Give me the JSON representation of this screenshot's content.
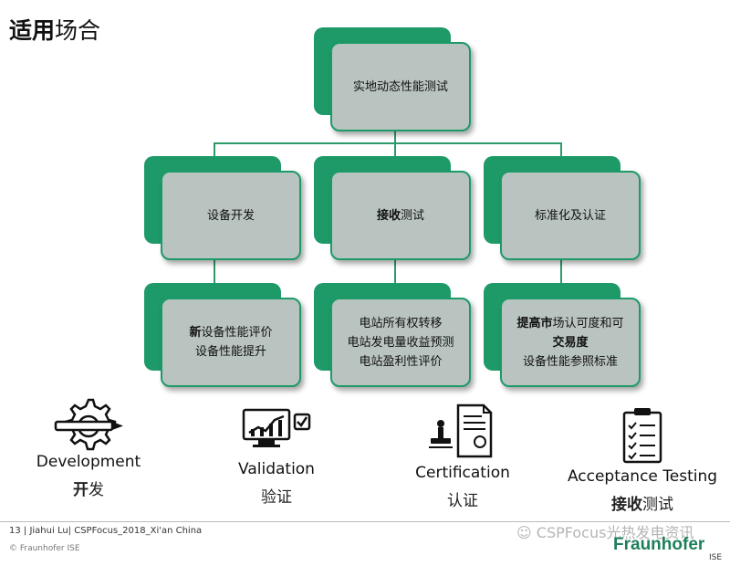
{
  "title": {
    "bold": "适用",
    "light": "场合"
  },
  "root": {
    "label": "实地动态性能测试"
  },
  "level1": [
    {
      "label": "设备开发"
    },
    {
      "bold": "接收",
      "light": "测试"
    },
    {
      "label": "标准化及认证"
    }
  ],
  "level2": [
    {
      "bold": "新",
      "rest": "设备性能评价",
      "line2": "设备性能提升"
    },
    {
      "line1": "电站所有权转移",
      "line2": "电站发电量收益预测",
      "line3": "电站盈利性评价"
    },
    {
      "bold": "提高市",
      "rest": "场认可度和可",
      "line2": "交易度",
      "line3": "设备性能参照标准"
    }
  ],
  "icons": [
    {
      "icon": "gear-pencil-icon",
      "en": "Development",
      "zh_bold": "开",
      "zh_rest": "发"
    },
    {
      "icon": "monitor-chart-icon",
      "en": "Validation",
      "zh": "验证"
    },
    {
      "icon": "certificate-stamp-icon",
      "en": "Certification",
      "zh": "认证"
    },
    {
      "icon": "clipboard-checklist-icon",
      "en": "Acceptance Testing",
      "zh_bold": "接收",
      "zh_rest": "测试"
    }
  ],
  "footer": {
    "line1": "13 | Jiahui Lu|  CSPFocus_2018_Xi'an China",
    "line2": "© Fraunhofer ISE"
  },
  "watermark": "CSPFocus光热发电资讯",
  "logo": {
    "name": "Fraunhofer",
    "sub": "ISE"
  },
  "colors": {
    "green": "#1e9a68",
    "box_fill": "#b9c4c1"
  }
}
